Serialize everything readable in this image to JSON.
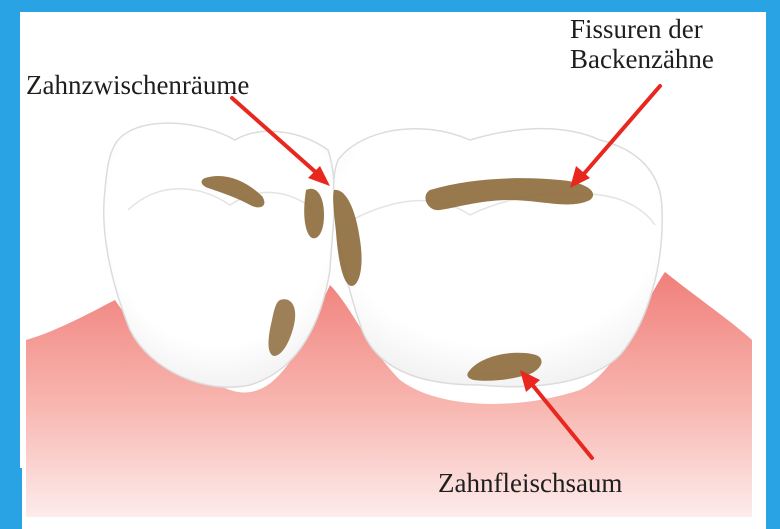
{
  "labels": {
    "interdental": "Zahnzwischenräume",
    "fissures_line1": "Fissuren der",
    "fissures_line2": "Backenzähne",
    "gumline": "Zahnfleischsaum"
  },
  "colors": {
    "frame": "#29a3e3",
    "arrow": "#e8281e",
    "plaque": "#8c6a3a",
    "gum_top": "#f07f7a",
    "gum_bottom": "#fde8e6",
    "tooth_outline": "#d9d9d9"
  }
}
